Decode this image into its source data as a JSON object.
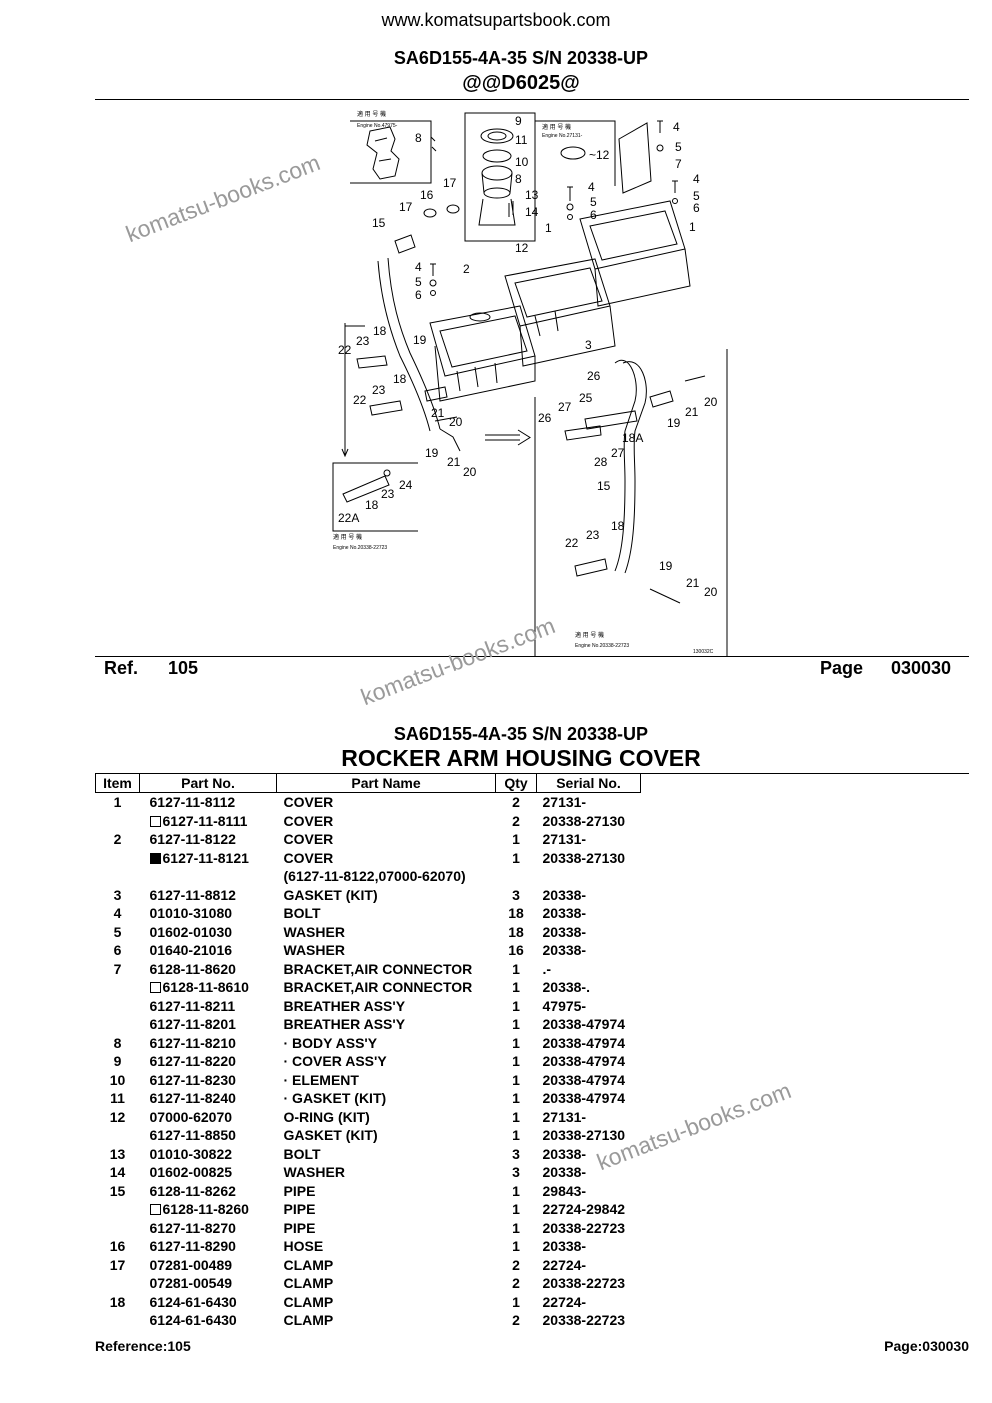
{
  "site_url": "www.komatsupartsbook.com",
  "model_line": "SA6D155-4A-35 S/N 20338-UP",
  "drawing_code": "@@D6025@",
  "ref_label": "Ref.",
  "ref_value": "105",
  "page_label": "Page",
  "page_value": "030030",
  "section_model": "SA6D155-4A-35 S/N 20338-UP",
  "section_title": "ROCKER ARM HOUSING COVER",
  "watermark": "komatsu-books.com",
  "table": {
    "headers": {
      "item": "Item",
      "part_no": "Part No.",
      "part_name": "Part Name",
      "qty": "Qty",
      "serial": "Serial No."
    },
    "rows": [
      {
        "item": "1",
        "marker": "",
        "part_no": "6127-11-8112",
        "name": "COVER",
        "qty": "2",
        "serial": "27131-"
      },
      {
        "item": "",
        "marker": "open",
        "part_no": "6127-11-8111",
        "name": "COVER",
        "qty": "2",
        "serial": "20338-27130"
      },
      {
        "item": "2",
        "marker": "",
        "part_no": "6127-11-8122",
        "name": "COVER",
        "qty": "1",
        "serial": "27131-"
      },
      {
        "item": "",
        "marker": "filled",
        "part_no": "6127-11-8121",
        "name": "COVER",
        "qty": "1",
        "serial": "20338-27130"
      },
      {
        "item": "",
        "marker": "",
        "part_no": "",
        "name": "(6127-11-8122,07000-62070)",
        "qty": "",
        "serial": ""
      },
      {
        "item": "3",
        "marker": "",
        "part_no": "6127-11-8812",
        "name": "GASKET (KIT)",
        "qty": "3",
        "serial": "20338-"
      },
      {
        "item": "4",
        "marker": "",
        "part_no": "01010-31080",
        "name": "BOLT",
        "qty": "18",
        "serial": "20338-"
      },
      {
        "item": "5",
        "marker": "",
        "part_no": "01602-01030",
        "name": "WASHER",
        "qty": "18",
        "serial": "20338-"
      },
      {
        "item": "6",
        "marker": "",
        "part_no": "01640-21016",
        "name": "WASHER",
        "qty": "16",
        "serial": "20338-"
      },
      {
        "item": "7",
        "marker": "",
        "part_no": "6128-11-8620",
        "name": "BRACKET,AIR CONNECTOR",
        "qty": "1",
        "serial": ".-"
      },
      {
        "item": "",
        "marker": "open",
        "part_no": "6128-11-8610",
        "name": "BRACKET,AIR CONNECTOR",
        "qty": "1",
        "serial": "20338-."
      },
      {
        "item": "",
        "marker": "",
        "part_no": "6127-11-8211",
        "name": "BREATHER ASS'Y",
        "qty": "1",
        "serial": "47975-"
      },
      {
        "item": "",
        "marker": "",
        "part_no": "6127-11-8201",
        "name": "BREATHER ASS'Y",
        "qty": "1",
        "serial": "20338-47974"
      },
      {
        "item": "8",
        "marker": "",
        "part_no": "6127-11-8210",
        "name": "· BODY ASS'Y",
        "qty": "1",
        "serial": "20338-47974"
      },
      {
        "item": "9",
        "marker": "",
        "part_no": "6127-11-8220",
        "name": "· COVER ASS'Y",
        "qty": "1",
        "serial": "20338-47974"
      },
      {
        "item": "10",
        "marker": "",
        "part_no": "6127-11-8230",
        "name": "· ELEMENT",
        "qty": "1",
        "serial": "20338-47974"
      },
      {
        "item": "11",
        "marker": "",
        "part_no": "6127-11-8240",
        "name": "· GASKET (KIT)",
        "qty": "1",
        "serial": "20338-47974"
      },
      {
        "item": "12",
        "marker": "",
        "part_no": "07000-62070",
        "name": "O-RING (KIT)",
        "qty": "1",
        "serial": "27131-"
      },
      {
        "item": "",
        "marker": "",
        "part_no": "6127-11-8850",
        "name": "GASKET (KIT)",
        "qty": "1",
        "serial": "20338-27130"
      },
      {
        "item": "13",
        "marker": "",
        "part_no": "01010-30822",
        "name": "BOLT",
        "qty": "3",
        "serial": "20338-"
      },
      {
        "item": "14",
        "marker": "",
        "part_no": "01602-00825",
        "name": "WASHER",
        "qty": "3",
        "serial": "20338-"
      },
      {
        "item": "15",
        "marker": "",
        "part_no": "6128-11-8262",
        "name": "PIPE",
        "qty": "1",
        "serial": "29843-"
      },
      {
        "item": "",
        "marker": "open",
        "part_no": "6128-11-8260",
        "name": "PIPE",
        "qty": "1",
        "serial": "22724-29842"
      },
      {
        "item": "",
        "marker": "",
        "part_no": "6127-11-8270",
        "name": "PIPE",
        "qty": "1",
        "serial": "20338-22723"
      },
      {
        "item": "16",
        "marker": "",
        "part_no": "6127-11-8290",
        "name": "HOSE",
        "qty": "1",
        "serial": "20338-"
      },
      {
        "item": "17",
        "marker": "",
        "part_no": "07281-00489",
        "name": "CLAMP",
        "qty": "2",
        "serial": "22724-"
      },
      {
        "item": "",
        "marker": "",
        "part_no": "07281-00549",
        "name": "CLAMP",
        "qty": "2",
        "serial": "20338-22723"
      },
      {
        "item": "18",
        "marker": "",
        "part_no": "6124-61-6430",
        "name": "CLAMP",
        "qty": "1",
        "serial": "22724-"
      },
      {
        "item": "",
        "marker": "",
        "part_no": "6124-61-6430",
        "name": "CLAMP",
        "qty": "2",
        "serial": "20338-22723"
      }
    ]
  },
  "diagram": {
    "callouts": [
      "8",
      "9",
      "11",
      "10",
      "8",
      "13",
      "14",
      "12",
      "17",
      "16",
      "17",
      "15",
      "4",
      "5",
      "7",
      "4",
      "5",
      "6",
      "1",
      "12",
      "1",
      "4",
      "5",
      "6",
      "2",
      "3",
      "18",
      "23",
      "22",
      "19",
      "18",
      "23",
      "22",
      "21",
      "20",
      "19",
      "21",
      "20",
      "24",
      "23",
      "18",
      "22A",
      "26",
      "27",
      "25",
      "26",
      "18A",
      "27",
      "28",
      "15",
      "21",
      "20",
      "19",
      "23",
      "18",
      "22",
      "19",
      "21",
      "20",
      "4",
      "5",
      "6"
    ]
  },
  "footer": {
    "reference": "Reference:105",
    "page": "Page:030030"
  }
}
